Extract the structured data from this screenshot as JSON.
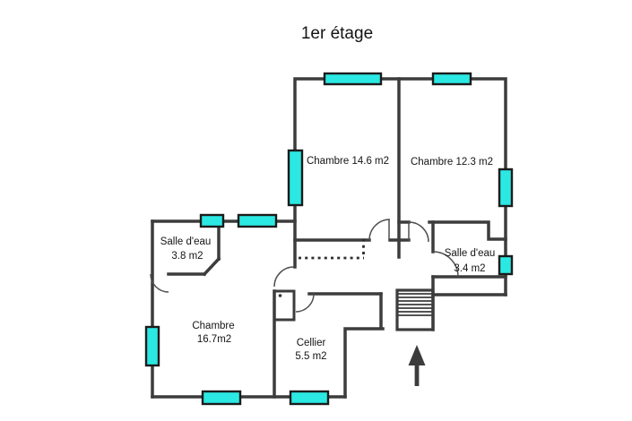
{
  "title": "1er étage",
  "plan": {
    "rooms": [
      {
        "label": "Chambre 14.6 m2"
      },
      {
        "label": "Chambre 12.3 m2"
      },
      {
        "label": "Salle d'eau",
        "area": "3.8 m2"
      },
      {
        "label": "Salle d'eau",
        "area": "3.4 m2"
      },
      {
        "label": "Chambre",
        "area": "16.7m2"
      },
      {
        "label": "Cellier",
        "area": "5.5 m2"
      }
    ],
    "stairs": {
      "direction": "up"
    },
    "window_count": 10,
    "door_count": 6,
    "colors": {
      "wall": "#3c3c3c",
      "window_fill": "#2be8e2",
      "window_border": "#1b1b1b",
      "background": "#ffffff",
      "text": "#141414"
    }
  }
}
